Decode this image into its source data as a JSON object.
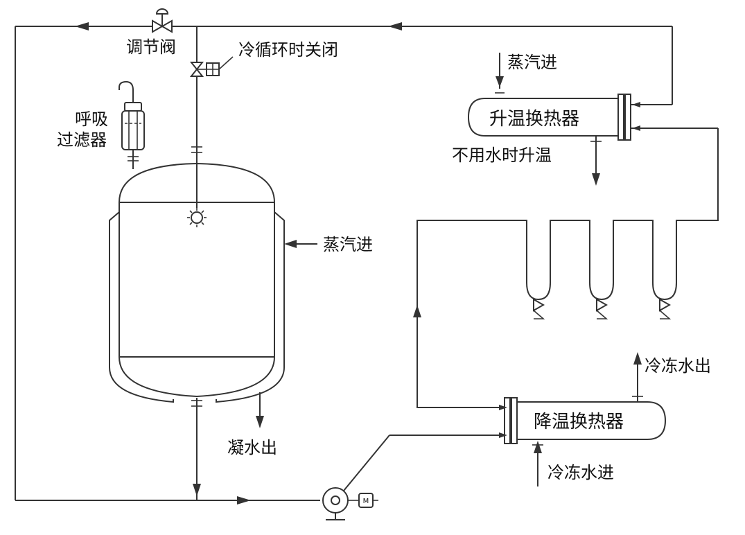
{
  "labels": {
    "regulating_valve": "调节阀",
    "cold_cycle_close": "冷循环时关闭",
    "breather_filter_line1": "呼吸",
    "breather_filter_line2": "过滤器",
    "steam_in_vessel": "蒸汽进",
    "condensate_out": "凝水出",
    "steam_in_heater": "蒸汽进",
    "heating_exchanger": "升温换热器",
    "heating_without_water": "不用水时升温",
    "cooling_exchanger": "降温换热器",
    "chilled_water_out": "冷冻水出",
    "chilled_water_in": "冷冻水进",
    "motor": "M"
  }
}
